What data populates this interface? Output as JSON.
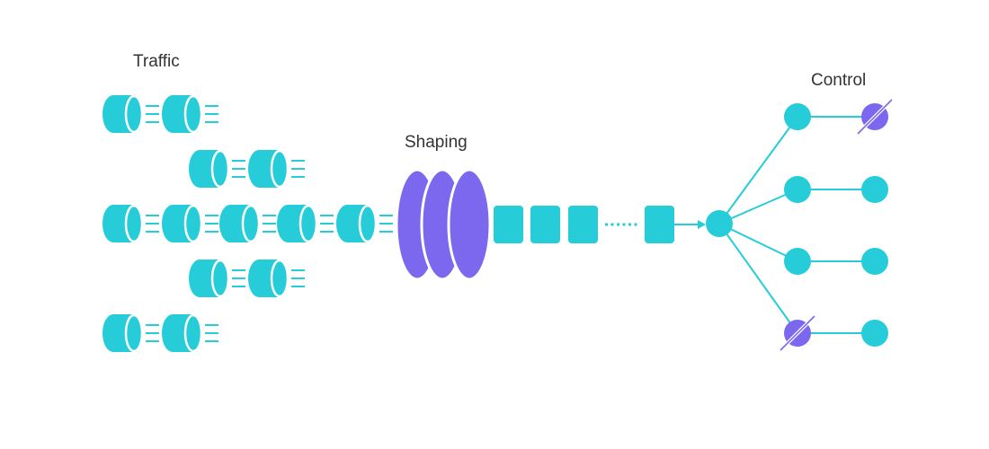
{
  "labels": {
    "traffic": "Traffic",
    "shaping": "Shaping",
    "control": "Control"
  },
  "colors": {
    "cyan": "#26CDD8",
    "purple": "#7B68EE",
    "text": "#333333"
  },
  "control_nodes": [
    {
      "state": "active",
      "child_state": "blocked"
    },
    {
      "state": "active",
      "child_state": "active"
    },
    {
      "state": "active",
      "child_state": "active"
    },
    {
      "state": "blocked",
      "child_state": "active"
    }
  ]
}
